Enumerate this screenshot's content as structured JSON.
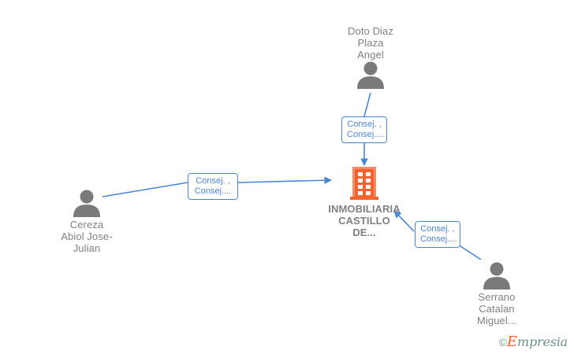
{
  "diagram": {
    "title": "Business relationship graph",
    "background": "#ffffff",
    "colors": {
      "edge": "#4a86d8",
      "edge_label_border": "#4a86d8",
      "edge_label_text": "#4a86d8",
      "person_icon": "#7a7a7a",
      "node_label": "#808080",
      "company_icon_fill": "#f4622d",
      "company_icon_outline": "#fa8a62",
      "watermark_brand": "#f4622d",
      "watermark_text": "#6f8f96"
    },
    "nodes": [
      {
        "id": "doto-diaz",
        "type": "person",
        "icon": "person-icon",
        "label": "Doto Diaz\nPlaza\nAngel"
      },
      {
        "id": "cereza-abiol",
        "type": "person",
        "icon": "person-icon",
        "label": "Cereza\nAbiol Jose-\nJulian"
      },
      {
        "id": "serrano-catalan",
        "type": "person",
        "icon": "person-icon",
        "label": "Serrano\nCatalan\nMiguel..."
      },
      {
        "id": "inmobiliaria-castillo",
        "type": "company",
        "icon": "building-icon",
        "label": "INMOBILIARIA\nCASTILLO\nDE..."
      }
    ],
    "edges": [
      {
        "id": "edge-doto-to-company",
        "from": "doto-diaz",
        "to": "inmobiliaria-castillo",
        "label": "Consej. ,\nConsej...."
      },
      {
        "id": "edge-cereza-to-company",
        "from": "cereza-abiol",
        "to": "inmobiliaria-castillo",
        "label": "Consej. ,\nConsej...."
      },
      {
        "id": "edge-serrano-to-company",
        "from": "serrano-catalan",
        "to": "inmobiliaria-castillo",
        "label": "Consej. ,\nConsej...."
      }
    ]
  },
  "watermark": {
    "copyright": "©",
    "brand_initial": "E",
    "brand_rest": "mpresia"
  }
}
